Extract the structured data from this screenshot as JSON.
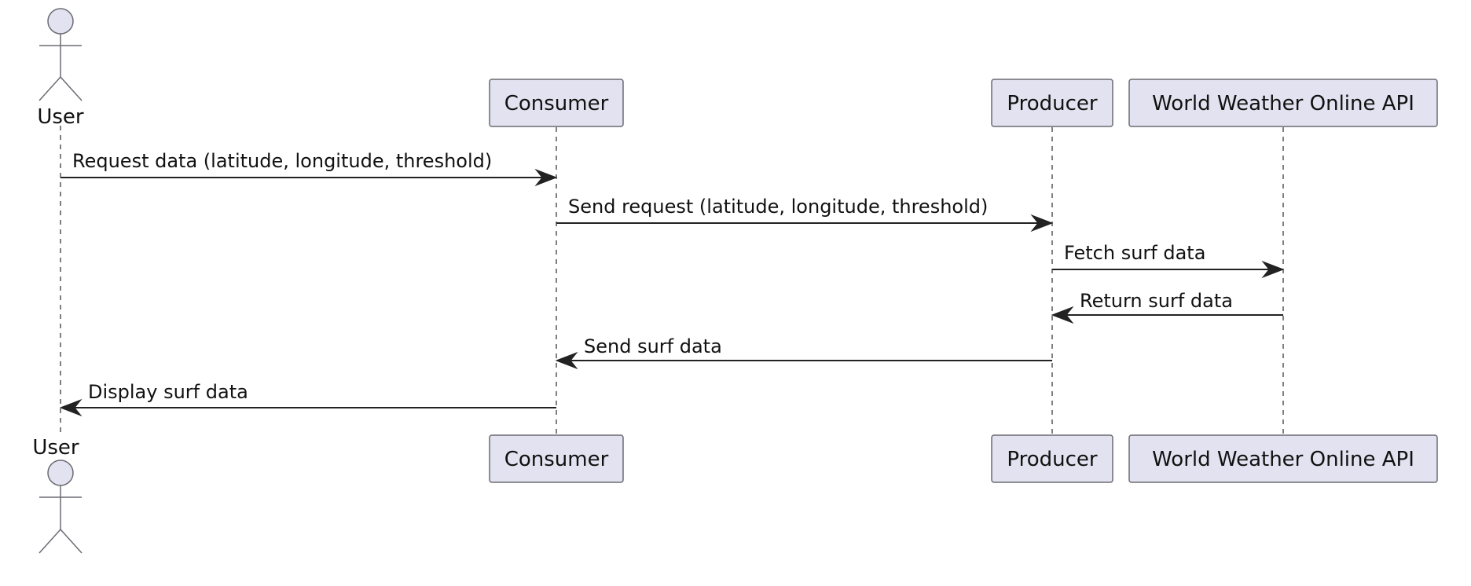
{
  "participants": {
    "user": {
      "label": "User",
      "kind": "actor"
    },
    "consumer": {
      "label": "Consumer",
      "kind": "box"
    },
    "producer": {
      "label": "Producer",
      "kind": "box"
    },
    "api": {
      "label": "World Weather Online API",
      "kind": "box"
    }
  },
  "messages": [
    {
      "from": "user",
      "to": "consumer",
      "label": "Request data (latitude, longitude, threshold)"
    },
    {
      "from": "consumer",
      "to": "producer",
      "label": "Send request (latitude, longitude, threshold)"
    },
    {
      "from": "producer",
      "to": "api",
      "label": "Fetch surf data"
    },
    {
      "from": "api",
      "to": "producer",
      "label": "Return surf data"
    },
    {
      "from": "producer",
      "to": "consumer",
      "label": "Send surf data"
    },
    {
      "from": "consumer",
      "to": "user",
      "label": "Display surf data"
    }
  ],
  "colors": {
    "participant_fill": "#e2e2f0",
    "participant_border": "#6b6b73",
    "arrow": "#222222"
  }
}
